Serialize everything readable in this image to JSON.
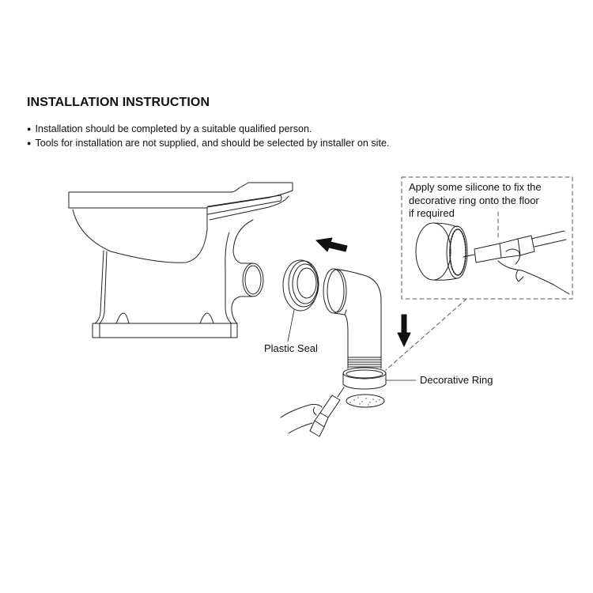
{
  "document": {
    "title": "INSTALLATION INSTRUCTION",
    "bullets": [
      "Installation should be completed by a suitable qualified person.",
      "Tools for installation are not supplied, and should be selected by installer on site."
    ]
  },
  "figure": {
    "callout": {
      "lines": [
        "Apply some silicone to fix the",
        "decorative ring onto the floor",
        "if required"
      ]
    },
    "labels": {
      "plastic_seal": "Plastic Seal",
      "decorative_ring": "Decorative Ring"
    },
    "components": [
      "toilet-pan",
      "plastic-seal",
      "pan-connector-bend",
      "decorative-ring",
      "silicone-gun",
      "floor-silicone-patch"
    ],
    "arrows": [
      "arrow-left-up",
      "arrow-down"
    ]
  }
}
